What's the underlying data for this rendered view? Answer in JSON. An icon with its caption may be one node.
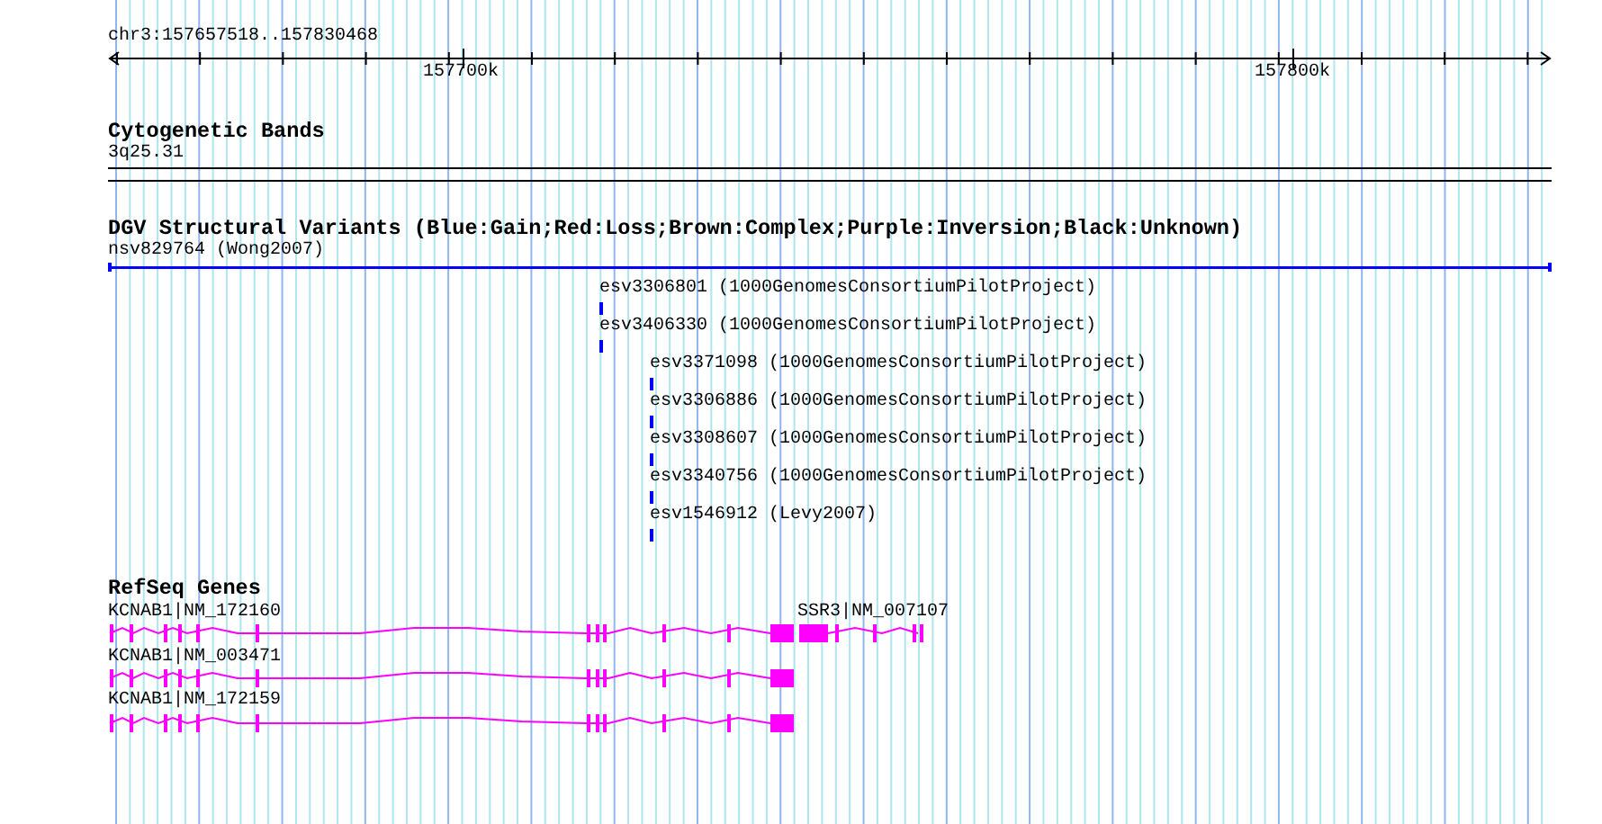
{
  "diagram": {
    "labels": [
      "chr3:157657518..157830468",
      "157700k",
      "157800k",
      "Cytogenetic Bands",
      "3q25.31",
      "DGV Structural Variants (Blue:Gain;Red:Loss;Brown:Complex;Purple:Inversion;Black:Unknown)",
      "nsv829764 (Wong2007)",
      "esv3306801 (1000GenomesConsortiumPilotProject)",
      "esv3406330 (1000GenomesConsortiumPilotProject)",
      "esv3371098 (1000GenomesConsortiumPilotProject)",
      "esv3306886 (1000GenomesConsortiumPilotProject)",
      "esv3308607 (1000GenomesConsortiumPilotProject)",
      "esv3340756 (1000GenomesConsortiumPilotProject)",
      "esv1546912 (Levy2007)",
      "RefSeq Genes",
      "KCNAB1|NM_172160",
      "SSR3|NM_007107",
      "KCNAB1|NM_003471",
      "KCNAB1|NM_172159"
    ]
  }
}
